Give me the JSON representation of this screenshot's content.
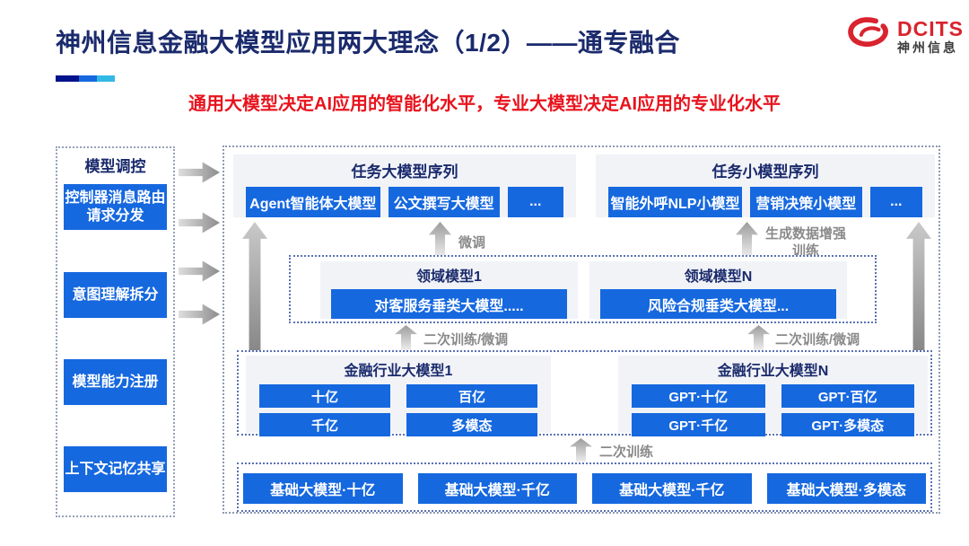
{
  "header": {
    "title": "神州信息金融大模型应用两大理念（1/2）——通专融合",
    "subtitle": "通用大模型决定AI应用的智能化水平，专业大模型决定AI应用的专业化水平",
    "logo": {
      "brand": "DCITS",
      "brand_cn": "神州信息"
    }
  },
  "sidebar": {
    "title": "模型调控",
    "items": [
      {
        "label": "控制器消息路由请求分发"
      },
      {
        "label": "意图理解拆分"
      },
      {
        "label": "模型能力注册"
      },
      {
        "label": "上下文记忆共享"
      }
    ]
  },
  "diagram": {
    "task_large": {
      "title": "任务大模型序列",
      "items": [
        "Agent智能体大模型",
        "公文撰写大模型",
        "..."
      ]
    },
    "task_small": {
      "title": "任务小模型序列",
      "items": [
        "智能外呼NLP小模型",
        "营销决策小模型",
        "..."
      ]
    },
    "domain_box": {
      "left": {
        "title": "领域模型1",
        "model": "对客服务垂类大模型....."
      },
      "right": {
        "title": "领域模型N",
        "model": "风险合规垂类大模型..."
      }
    },
    "industry_box": {
      "left": {
        "title": "金融行业大模型1",
        "items": [
          "十亿",
          "百亿",
          "千亿",
          "多模态"
        ]
      },
      "right": {
        "title": "金融行业大模型N",
        "items": [
          "GPT·十亿",
          "GPT·百亿",
          "GPT·千亿",
          "GPT·多模态"
        ]
      }
    },
    "foundation_box": {
      "items": [
        "基础大模型·十亿",
        "基础大模型·千亿",
        "基础大模型·千亿",
        "基础大模型·多模态"
      ]
    },
    "arrow_labels": {
      "fine_tune": "微调",
      "gen_data_training": "生成数据增强训练",
      "retrain_finetune_left": "二次训练/微调",
      "retrain_finetune_right": "二次训练/微调",
      "retrain": "二次训练"
    }
  },
  "colors": {
    "accent_blue": "#1668DF",
    "navy_text": "#1A2A6C",
    "subtitle_red": "#E8131D",
    "logo_red": "#D9232E",
    "bar_navy": "#00128C",
    "bar_blue": "#1668DF",
    "bar_cyan": "#33B9E6",
    "panel_bg": "#F1F3F7"
  }
}
